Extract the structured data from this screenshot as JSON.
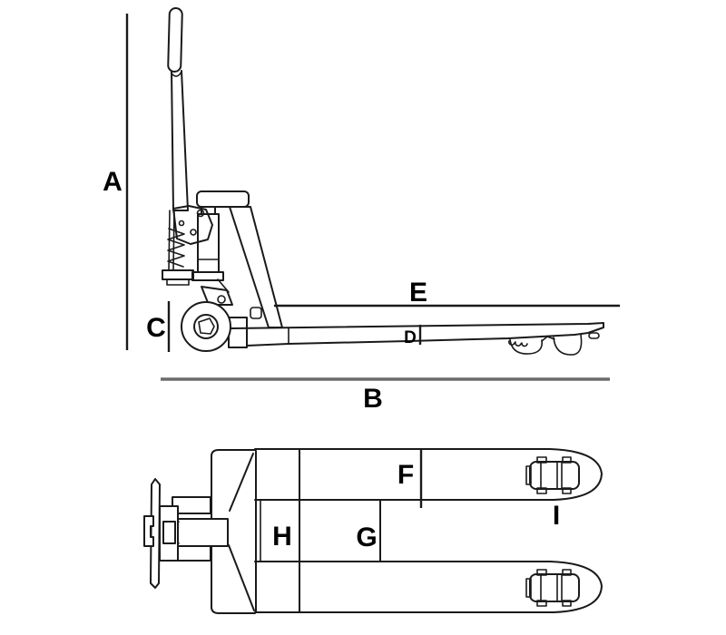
{
  "diagram": {
    "subject": "Hand pallet truck technical line drawing with dimension labels (side view above, top view below)",
    "dimension_labels": {
      "a": "A",
      "b": "B",
      "c": "C",
      "d": "D",
      "e": "E",
      "f": "F",
      "g": "G",
      "h": "H",
      "i": "I"
    },
    "colors": {
      "line_color": "#1a1a1a",
      "b_dimension_line_color": "#6b6b6b",
      "label_text_color": "#000000",
      "background": "#ffffff"
    }
  }
}
